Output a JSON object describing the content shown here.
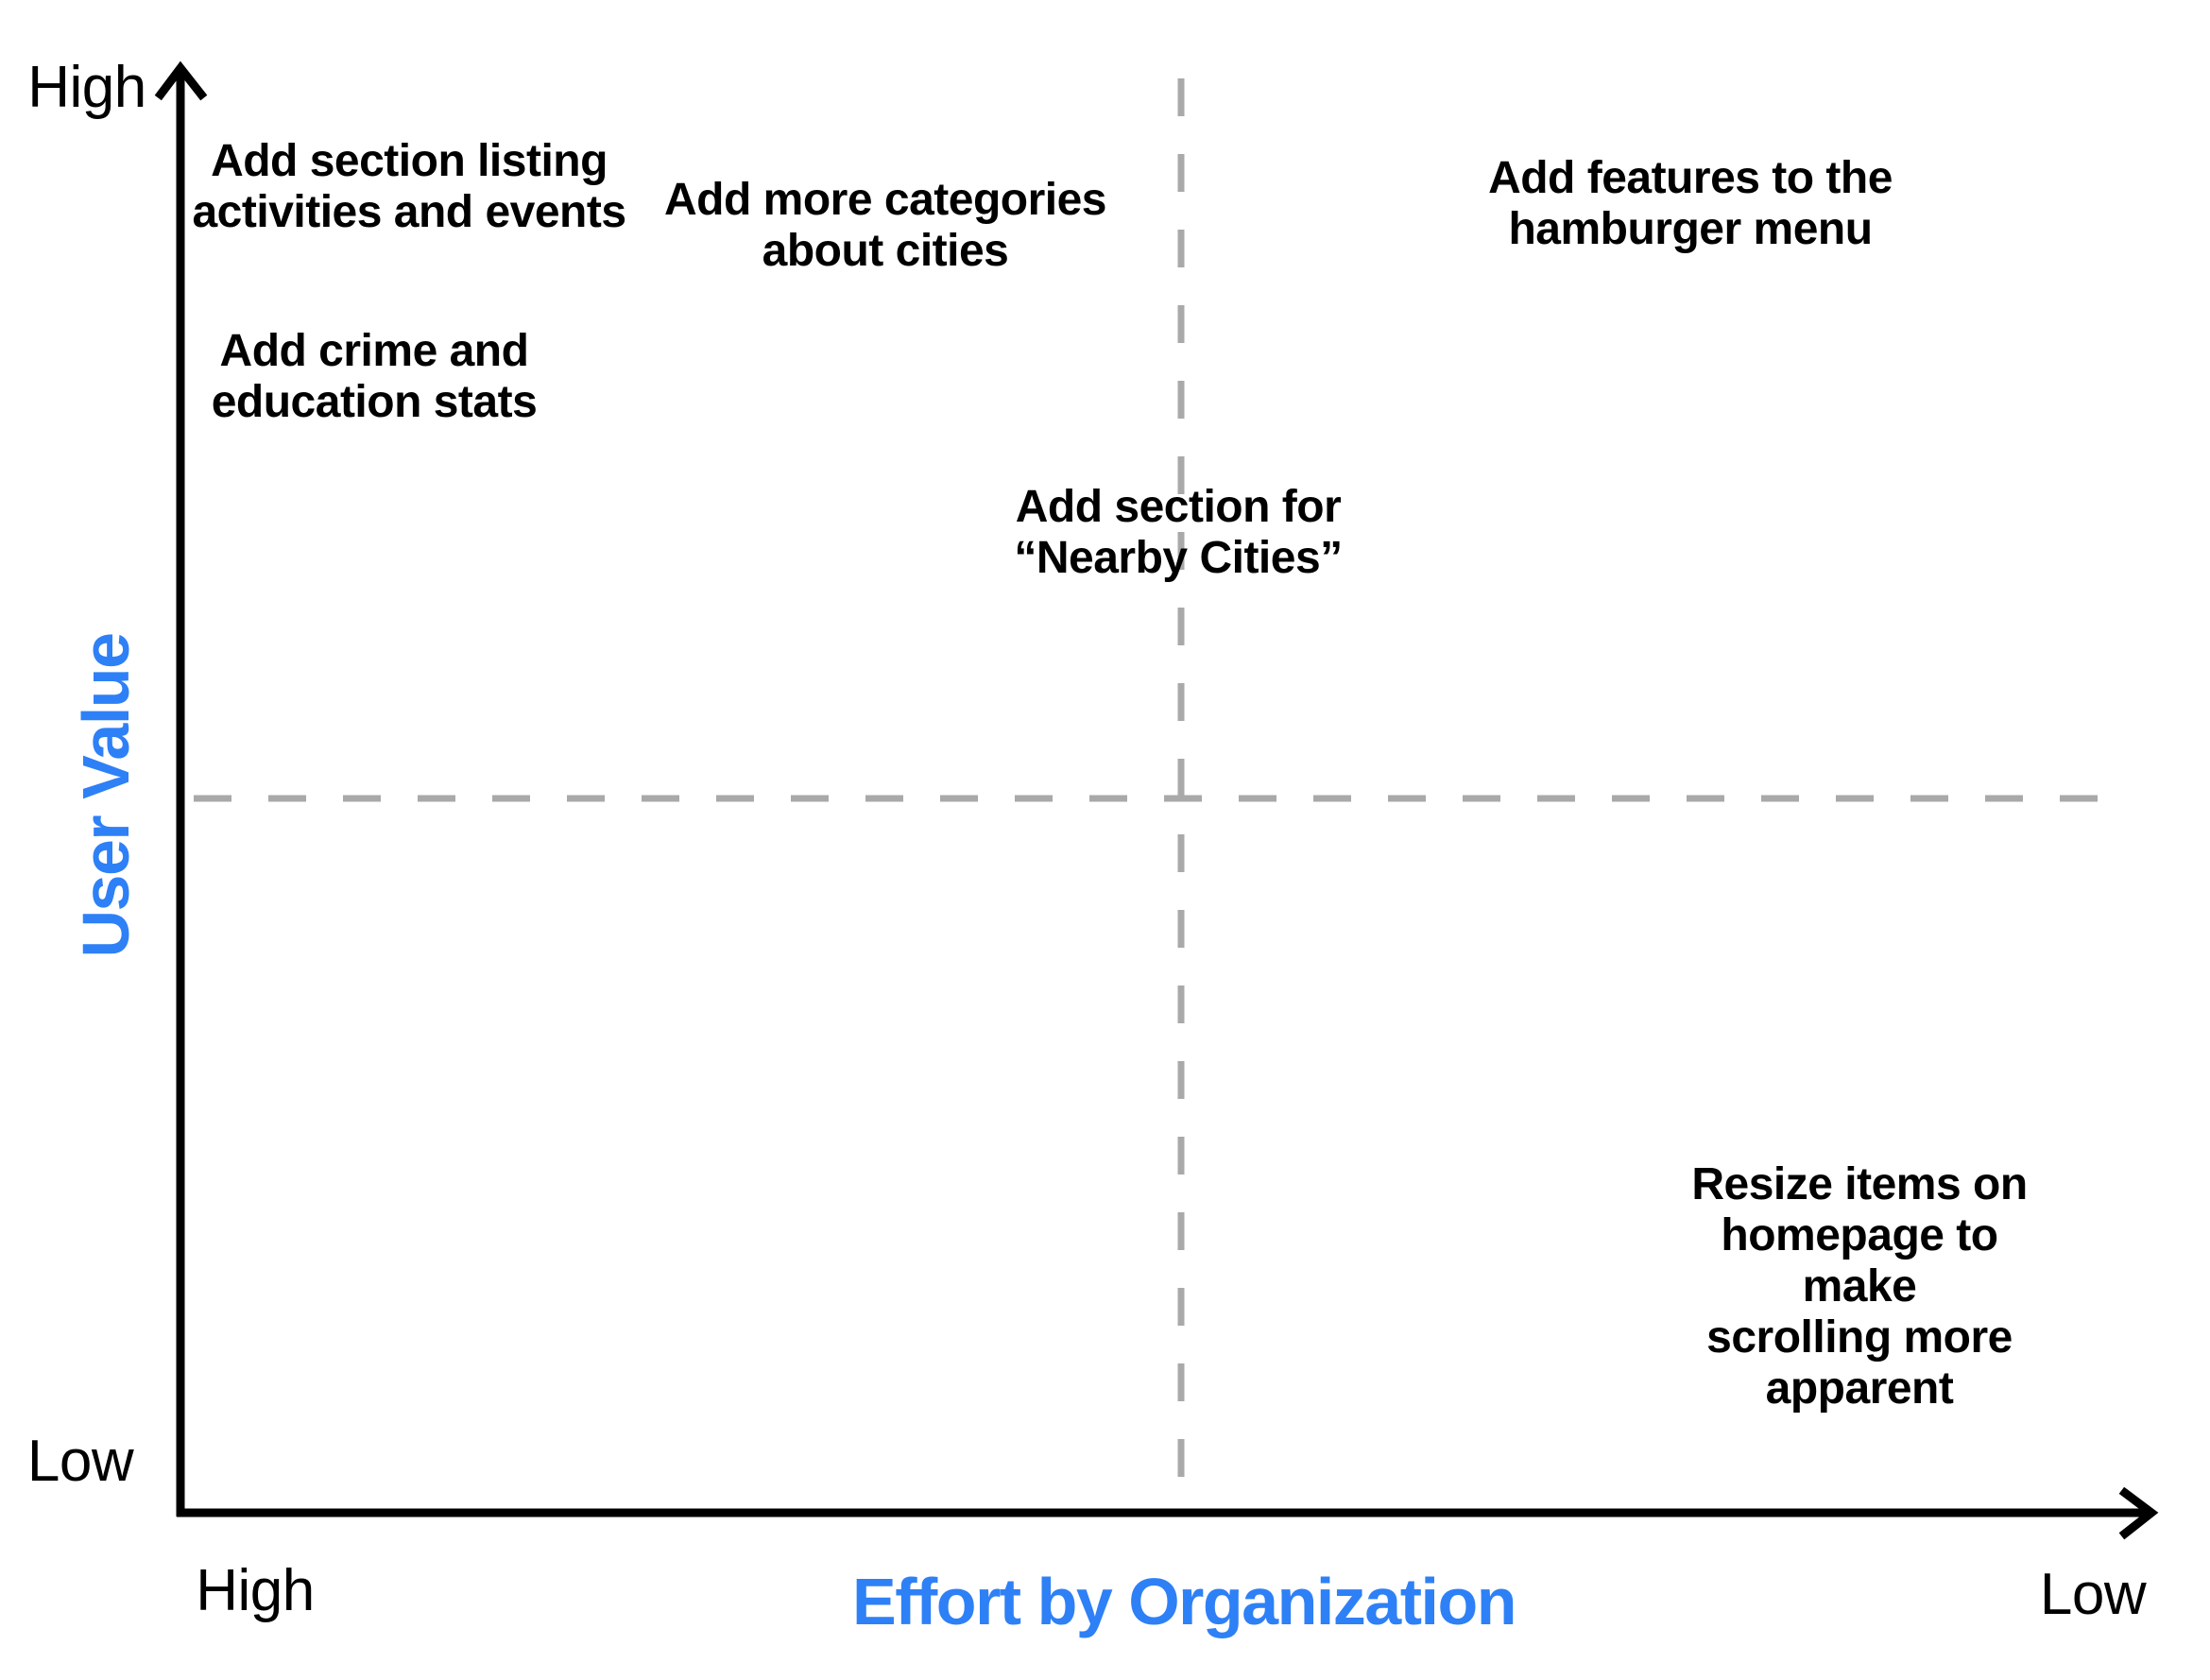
{
  "colors": {
    "accent_blue": "#2E80F6",
    "dash_gray": "#A9A9A9",
    "axis_black": "#000000",
    "text_black": "#000000",
    "background": "#FFFFFF"
  },
  "y_axis": {
    "title": "User Value",
    "top_label": "High",
    "bottom_label": "Low"
  },
  "x_axis": {
    "title": "Effort by Organization",
    "left_label": "High",
    "right_label": "Low"
  },
  "notes": [
    {
      "id": "activities-events",
      "quadrant": "high-value-high-effort",
      "text": "Add section listing\nactivities and events"
    },
    {
      "id": "more-categories",
      "quadrant": "high-value-high-effort",
      "text": "Add more categories\nabout cities"
    },
    {
      "id": "crime-education",
      "quadrant": "high-value-high-effort",
      "text": "Add crime and\neducation stats"
    },
    {
      "id": "hamburger-menu",
      "quadrant": "high-value-low-effort",
      "text": "Add features to the\nhamburger menu"
    },
    {
      "id": "nearby-cities",
      "quadrant": "high-value-center",
      "text": "Add section for\n“Nearby Cities”"
    },
    {
      "id": "resize-homepage",
      "quadrant": "low-value-low-effort",
      "text": "Resize items on\nhomepage to make\nscrolling more apparent"
    }
  ]
}
